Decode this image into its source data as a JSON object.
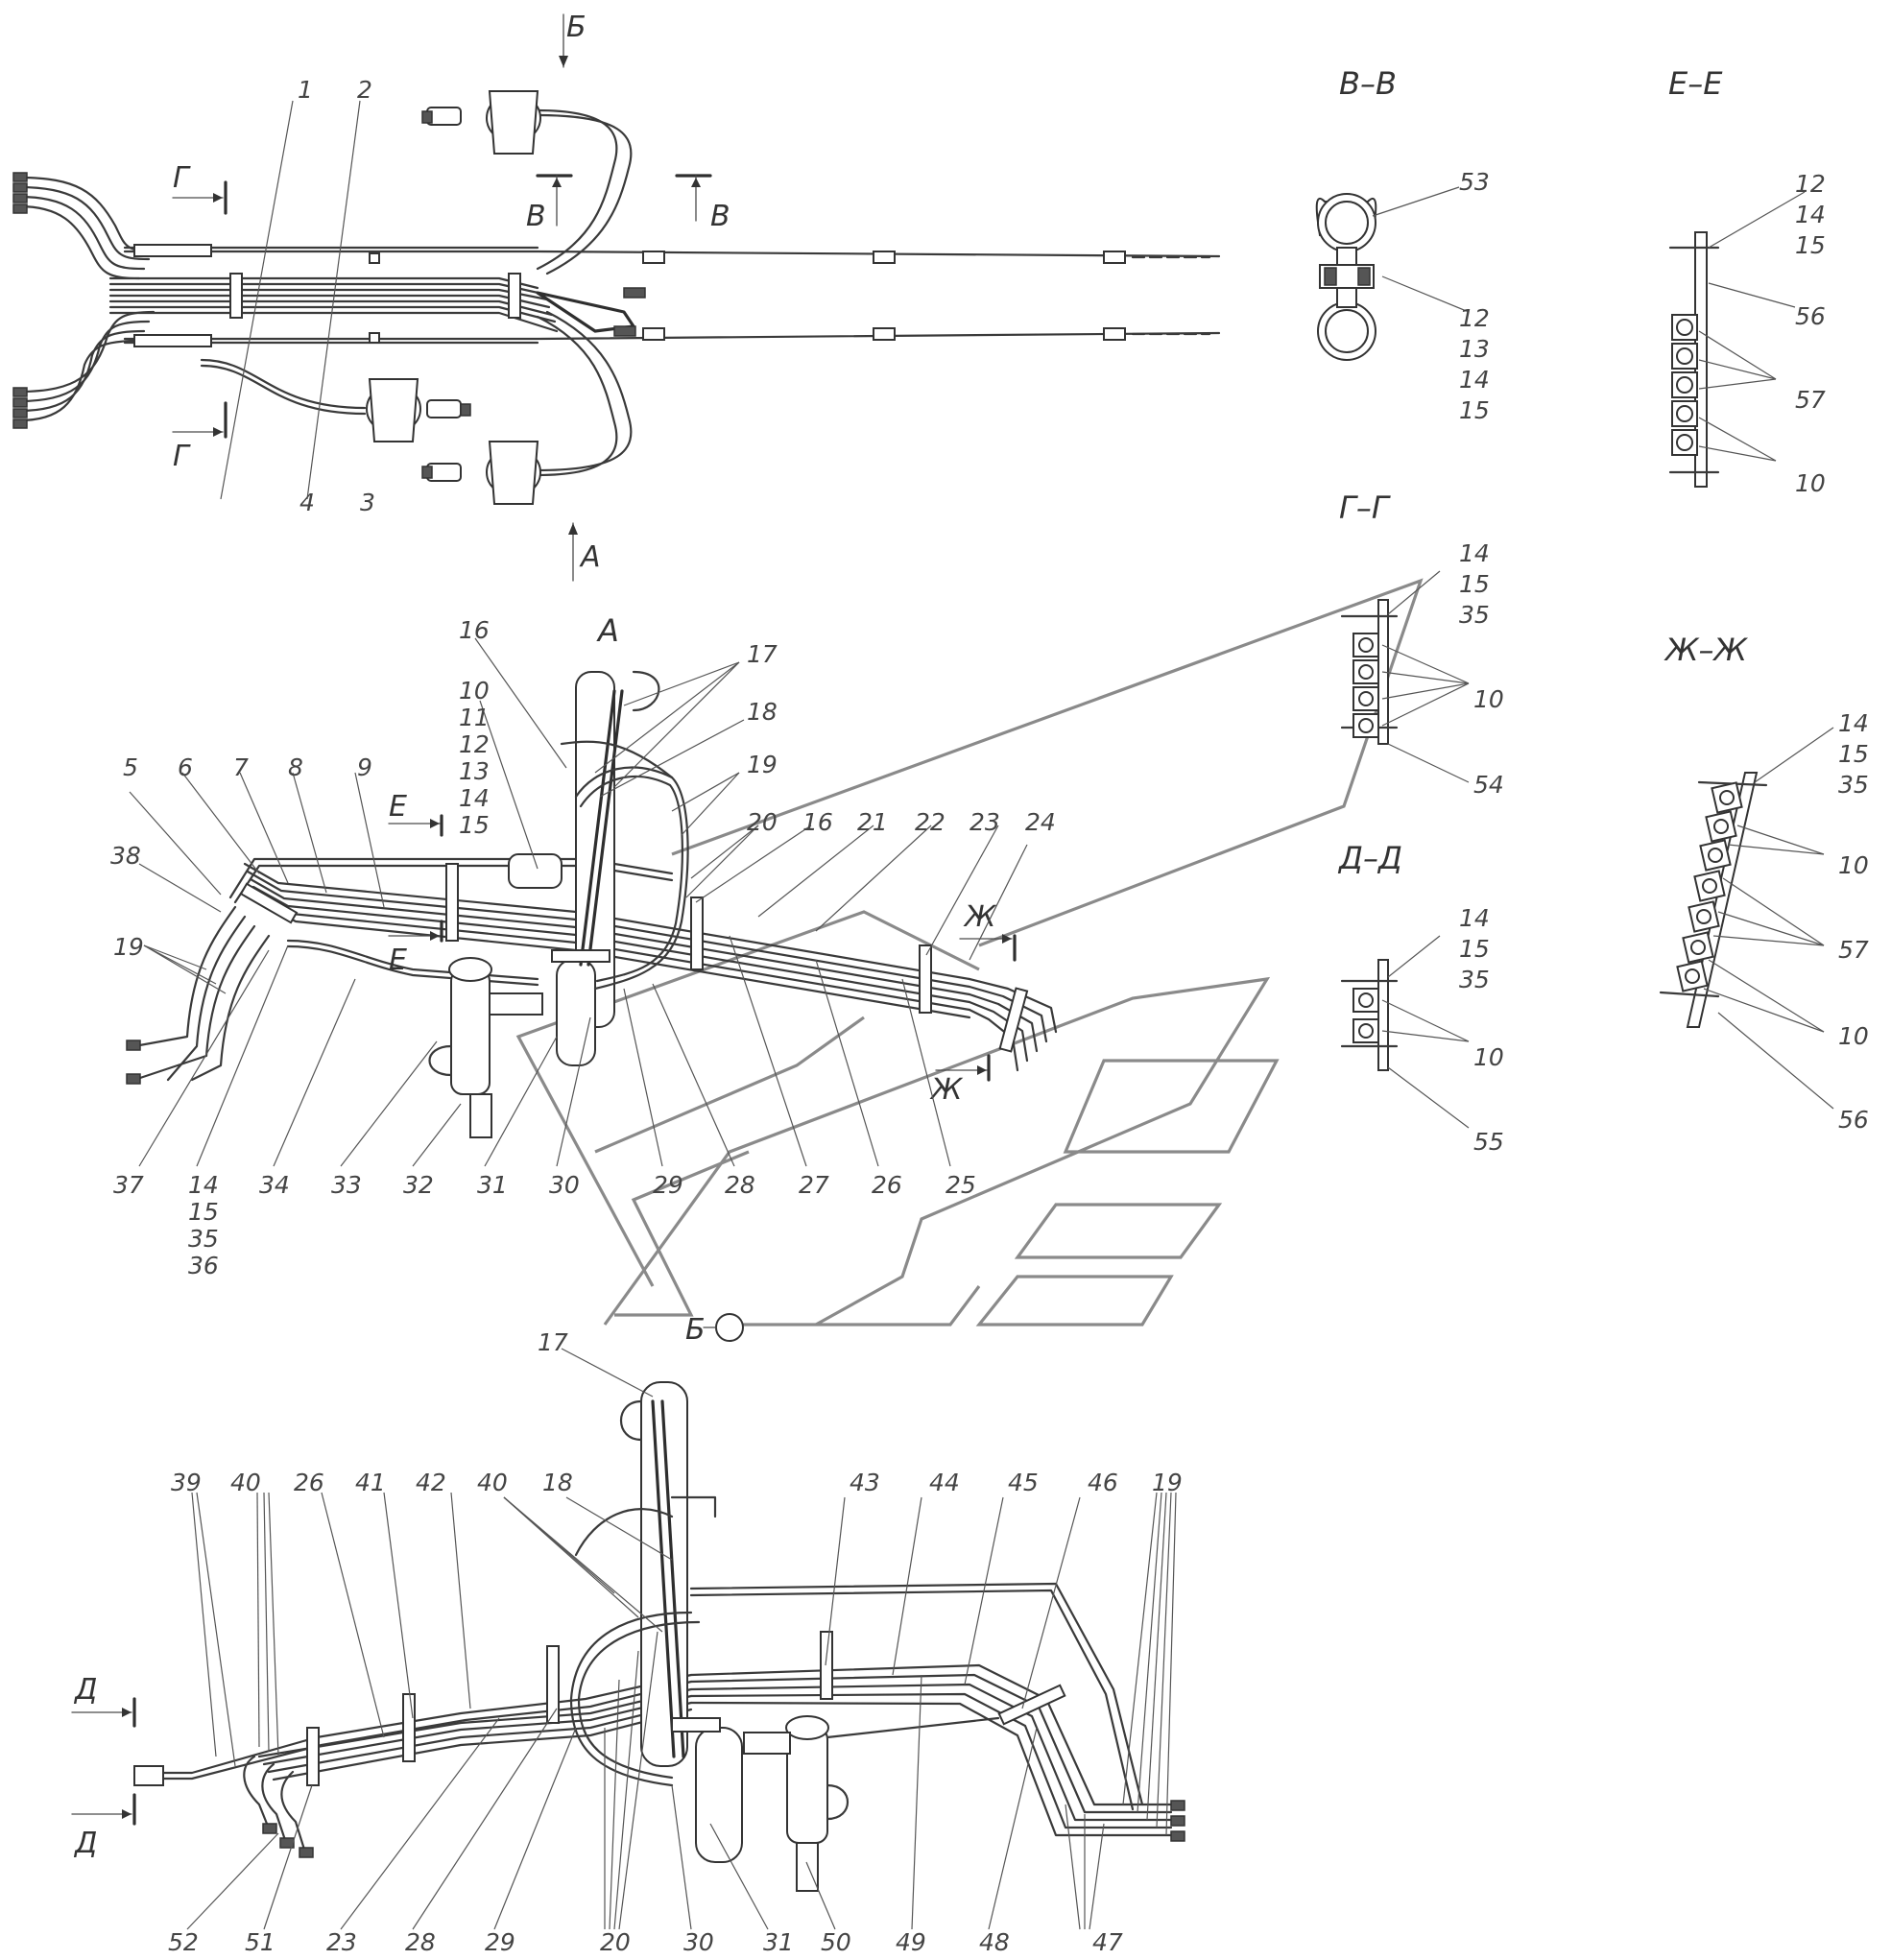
{
  "sections": {
    "vv": "В–В",
    "ee": "Е–Е",
    "gg": "Г–Г",
    "dd": "Д–Д",
    "zhzh": "Ж–Ж"
  },
  "view_letters": {
    "a": "А",
    "b": "Б",
    "v": "В",
    "g": "Г",
    "d": "Д",
    "e": "Е",
    "zh": "Ж"
  },
  "view_a_title": "А",
  "view_b_title": "Б",
  "callouts": {
    "top": [
      "1",
      "2",
      "3",
      "4"
    ],
    "view_a": [
      "16",
      "17",
      "18",
      "19",
      "20",
      "16",
      "21",
      "22",
      "23",
      "24",
      "10",
      "11",
      "12",
      "13",
      "14",
      "15",
      "5",
      "6",
      "7",
      "8",
      "9",
      "38",
      "19",
      "37",
      "14",
      "15",
      "35",
      "36",
      "34",
      "33",
      "32",
      "31",
      "30",
      "29",
      "28",
      "27",
      "26",
      "25"
    ],
    "view_b": [
      "17",
      "39",
      "40",
      "26",
      "41",
      "42",
      "40",
      "18",
      "43",
      "44",
      "45",
      "46",
      "19",
      "52",
      "51",
      "23",
      "28",
      "29",
      "20",
      "30",
      "31",
      "50",
      "49",
      "48",
      "47"
    ],
    "section_vv": [
      "53",
      "12",
      "13",
      "14",
      "15"
    ],
    "section_ee": [
      "12",
      "14",
      "15",
      "56",
      "57",
      "10"
    ],
    "section_gg": [
      "14",
      "15",
      "35",
      "10",
      "54"
    ],
    "section_dd": [
      "14",
      "15",
      "35",
      "10",
      "55"
    ],
    "section_zhzh": [
      "14",
      "15",
      "35",
      "10",
      "57",
      "10",
      "56"
    ]
  }
}
